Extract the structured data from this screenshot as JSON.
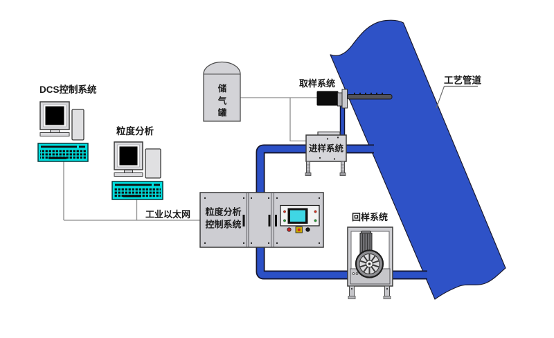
{
  "labels": {
    "dcs_workstation": "DCS控制系统",
    "analysis_workstation": "粒度分析",
    "industrial_ethernet": "工业以太网",
    "gas_tank_char1": "储",
    "gas_tank_char2": "气",
    "gas_tank_char3": "罐",
    "sampling_system": "取样系统",
    "process_pipeline": "工艺管道",
    "feeding_system": "进样系统",
    "control_cabinet_line1": "粒度分析",
    "control_cabinet_line2": "控制系统",
    "return_system": "回样系统"
  },
  "colors": {
    "pipeline_blue": "#2e52c7",
    "pipe_blue": "#2b50c6",
    "keyboard_cyan": "#00dede",
    "panel_screen_cyan": "#3fd6e4"
  }
}
